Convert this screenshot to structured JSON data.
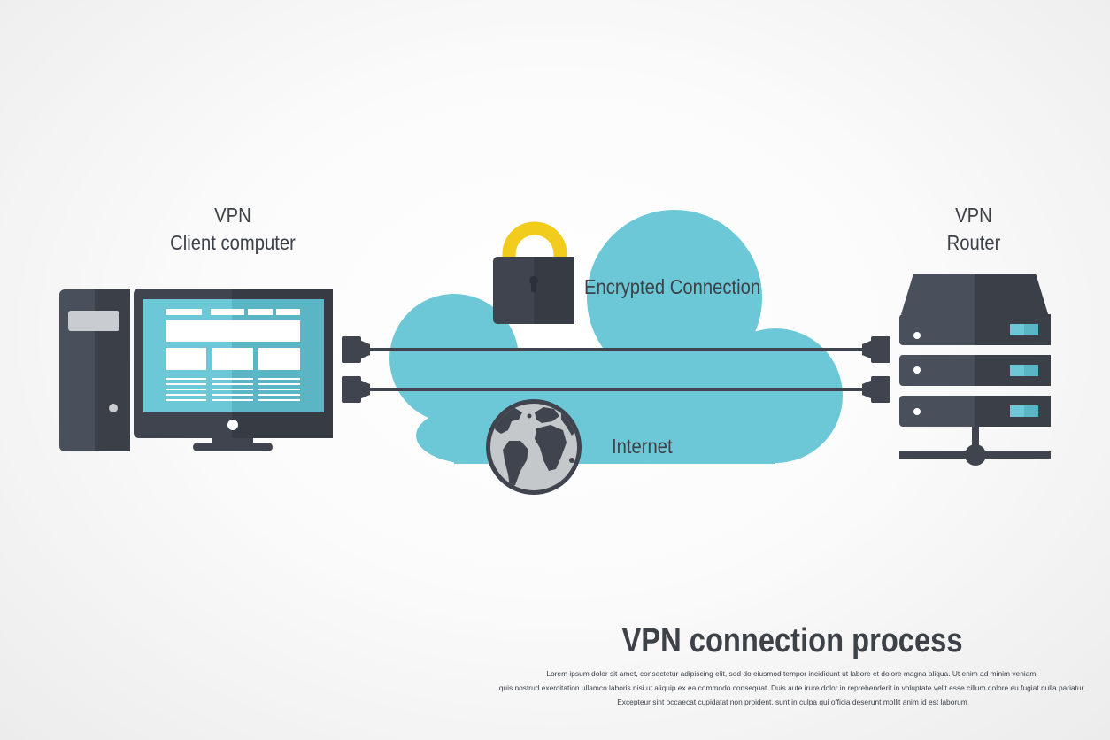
{
  "client": {
    "line1": "VPN",
    "line2": "Client computer"
  },
  "router": {
    "line1": "VPN",
    "line2": "Router"
  },
  "cloud": {
    "encrypted": "Encrypted Connection",
    "internet": "Internet"
  },
  "footer": {
    "title": "VPN connection process",
    "body": [
      "Lorem ipsum dolor sit amet, consectetur adipiscing elit, sed do eiusmod tempor incididunt ut labore et dolore magna aliqua. Ut enim ad minim veniam,",
      "quis nostrud exercitation ullamco laboris nisi ut aliquip ex ea commodo consequat. Duis aute irure dolor in reprehenderit in voluptate velit esse cillum dolore eu fugiat nulla pariatur.",
      "Excepteur sint occaecat cupidatat non proident, sunt in culpa qui officia deserunt mollit anim id est laborum"
    ]
  },
  "colors": {
    "dark": "#3f444e",
    "darker": "#353a43",
    "teal": "#6cc8d6",
    "lock_shackle": "#f1cc1d",
    "globe_water": "#c4c8cb",
    "globe_land": "#3f444e"
  }
}
